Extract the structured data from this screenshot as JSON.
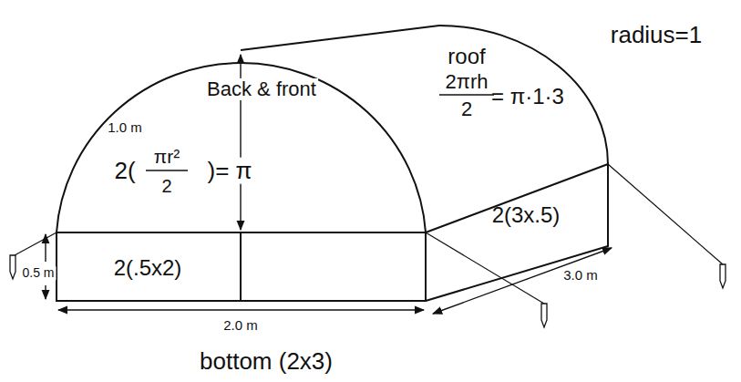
{
  "diagram": {
    "labels": [
      "radius=1",
      "roof",
      "2πrh",
      "2",
      "= π·1·3",
      "Back & front",
      "1.0 m",
      "2(",
      "πr²",
      "2",
      ")= π",
      "0.5 m",
      "2(.5x2)",
      "2(3x.5)",
      "3.0 m",
      "2.0 m",
      "bottom (2x3)"
    ]
  }
}
